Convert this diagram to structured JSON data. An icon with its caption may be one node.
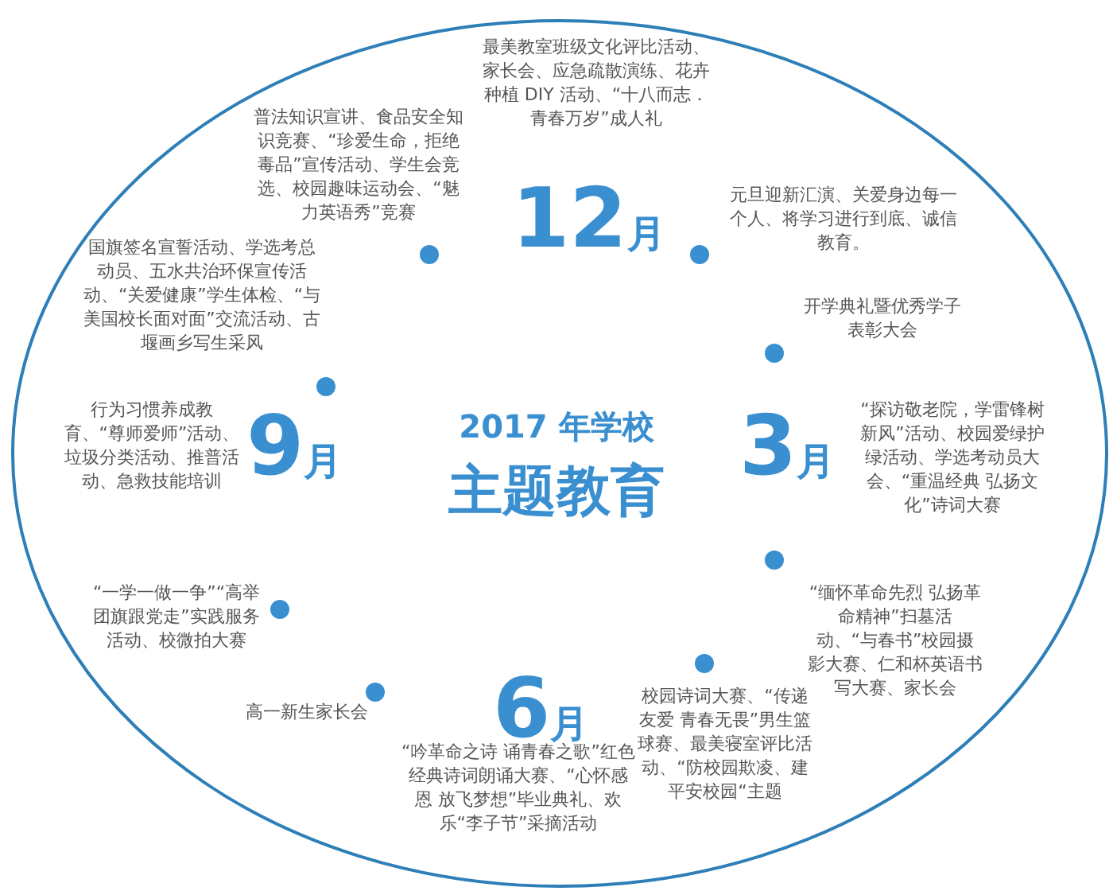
{
  "diagram": {
    "title": "2017 年学校主题教育",
    "labels": [
      "最美教室班级文化评比活动、家长会、应急疏散演练、花卉种植 DIY 活动、“十八而志．青春万岁”成人礼",
      "普法知识宣讲、食品安全知识竞赛、“珍爱生命，拒绝毒品”宣传活动、学生会竞选、校园趣味运动会、“魅力英语秀”竞赛",
      "12月",
      "元旦迎新汇演、关爱身边每一个人、将学习进行到底、诚信教育。",
      "国旗签名宣誓活动、学选考总动员、五水共治环保宣传活动、“关爱健康”学生体检、“与美国校长面对面”交流活动、古堰画乡写生采风",
      "开学典礼暨优秀学子表彰大会",
      "行为习惯养成教育、“尊师爱师”活动、垃圾分类活动、推普活动、急救技能培训",
      "9月",
      "3月",
      "“探访敬老院，学雷锋树新风”活动、校园爱绿护绿活动、学选考动员大会、“重温经典 弘扬文化”诗词大赛",
      "“缅怀革命先烈 弘扬革命精神”扫墓活动、“与春书”校园摄影大赛、仁和杯英语书写大赛、家长会",
      "“一学一做一争”“高举团旗跟党走”实践服务活动、校微拍大赛",
      "高一新生家长会",
      "6月",
      "“吟革命之诗 诵青春之歌”红色经典诗词朗诵大赛、“心怀感恩 放飞梦想”毕业典礼、欢乐“李子节”采摘活动",
      "校园诗词大赛、“传递友爱 青春无畏”男生篮球赛、最美寝室评比活动、“防校园欺凌、建平安校园“主题"
    ]
  }
}
